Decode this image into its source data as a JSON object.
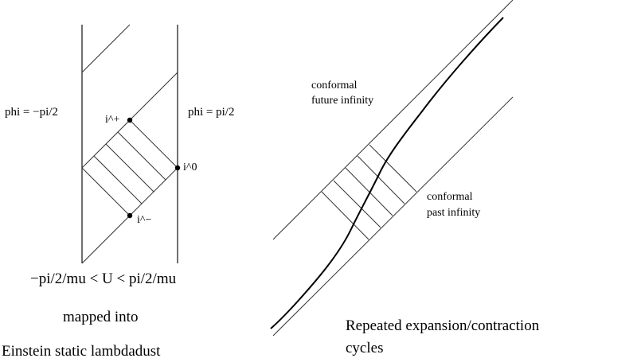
{
  "left_diagram": {
    "label_left_boundary": "phi = −pi/2",
    "label_right_boundary": "phi = pi/2",
    "points": {
      "future_timelike_infinity": "i^+",
      "spatial_infinity": "i^0",
      "past_timelike_infinity": "i^−"
    },
    "caption_range": "−pi/2/mu < U < pi/2/mu",
    "caption_mapped": "mapped into",
    "caption_title": "Einstein static lambdadust",
    "hatch_line_count": 3
  },
  "right_diagram": {
    "label_future": [
      "conformal",
      "future infinity"
    ],
    "label_past": [
      "conformal",
      "past infinity"
    ],
    "caption": [
      "Repeated expansion/contraction",
      "cycles"
    ],
    "hatch_line_count": 5
  }
}
